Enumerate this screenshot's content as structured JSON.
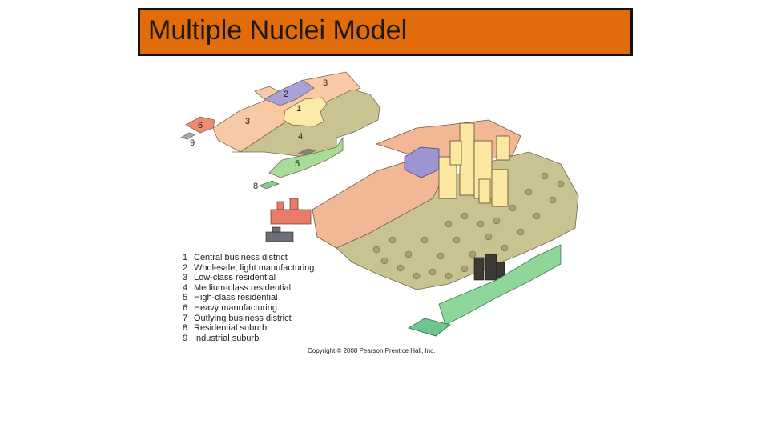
{
  "title": "Multiple Nuclei Model",
  "colors": {
    "title_bg": "#e36c0a",
    "cbd": "#fbe9a8",
    "wholesale": "#a9a0d6",
    "low_class": "#f7c9a4",
    "medium_class": "#c9c291",
    "high_class": "#a8dc99",
    "heavy_manufacturing": "#ee8b73",
    "outlying_bd": "#8b8470",
    "residential_suburb": "#7fcf96",
    "industrial_suburb": "#a6a6b0"
  },
  "map_labels": {
    "z1": "1",
    "z2": "2",
    "z3a": "3",
    "z3b": "3",
    "z4": "4",
    "z5": "5",
    "z6": "6",
    "z8": "8",
    "z9": "9"
  },
  "legend": [
    {
      "num": "1",
      "label": "Central business district"
    },
    {
      "num": "2",
      "label": "Wholesale, light manufacturing"
    },
    {
      "num": "3",
      "label": "Low-class residential"
    },
    {
      "num": "4",
      "label": "Medium-class residential"
    },
    {
      "num": "5",
      "label": "High-class residential"
    },
    {
      "num": "6",
      "label": "Heavy manufacturing"
    },
    {
      "num": "7",
      "label": "Outlying business district"
    },
    {
      "num": "8",
      "label": "Residential suburb"
    },
    {
      "num": "9",
      "label": "Industrial suburb"
    }
  ],
  "copyright": "Copyright © 2008 Pearson Prentice Hall, Inc."
}
